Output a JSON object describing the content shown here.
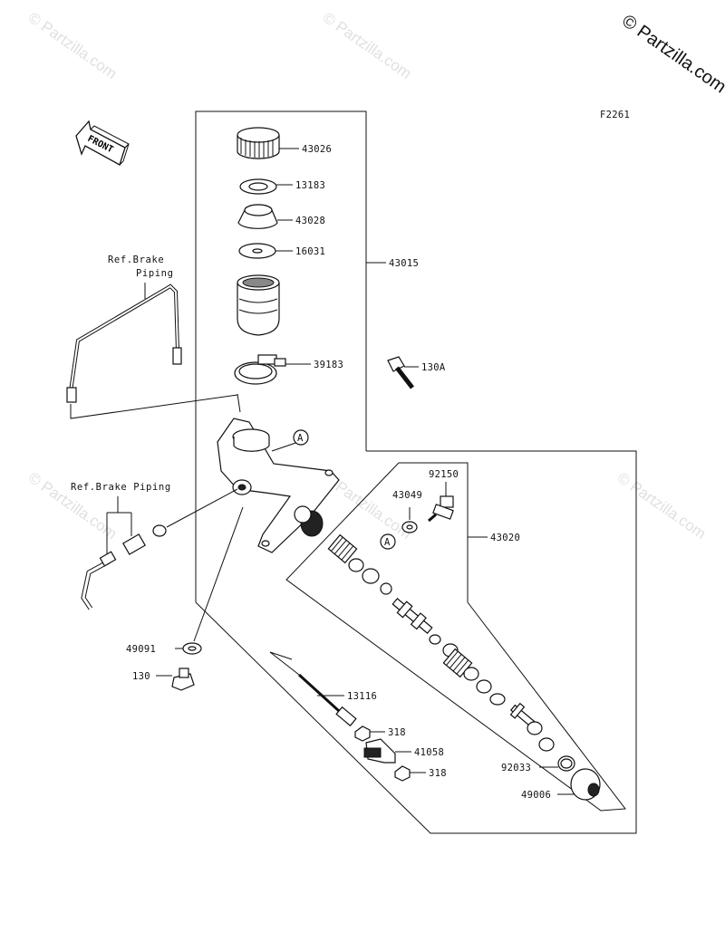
{
  "copyright": "© Partzilla.com",
  "figure_code": "F2261",
  "watermark": "© Partzilla.com",
  "front_arrow": "FRONT",
  "refs": {
    "brake_piping_top_line1": "Ref.Brake",
    "brake_piping_top_line2": "Piping",
    "brake_piping_left": "Ref.Brake Piping",
    "circle_a": "A"
  },
  "part_numbers": {
    "p43026": "43026",
    "p13183": "13183",
    "p43028": "43028",
    "p16031": "16031",
    "p43015": "43015",
    "p39183": "39183",
    "p130A": "130A",
    "p92150": "92150",
    "p43049": "43049",
    "p43020": "43020",
    "p49091": "49091",
    "p130": "130",
    "p13116": "13116",
    "p318a": "318",
    "p41058": "41058",
    "p318b": "318",
    "p92033": "92033",
    "p49006": "49006"
  }
}
